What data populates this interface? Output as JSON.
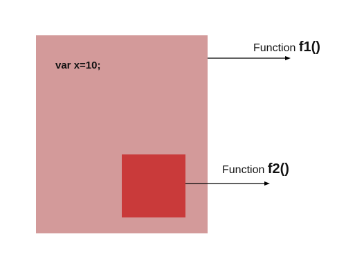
{
  "diagram": {
    "outer_scope": {
      "code": "var x=10;",
      "color": "#d39a9a",
      "label_word": "Function",
      "label_name": "f1()"
    },
    "inner_scope": {
      "color": "#c93a3a",
      "label_word": "Function",
      "label_name": "f2()"
    },
    "arrow_color": "#000000"
  }
}
